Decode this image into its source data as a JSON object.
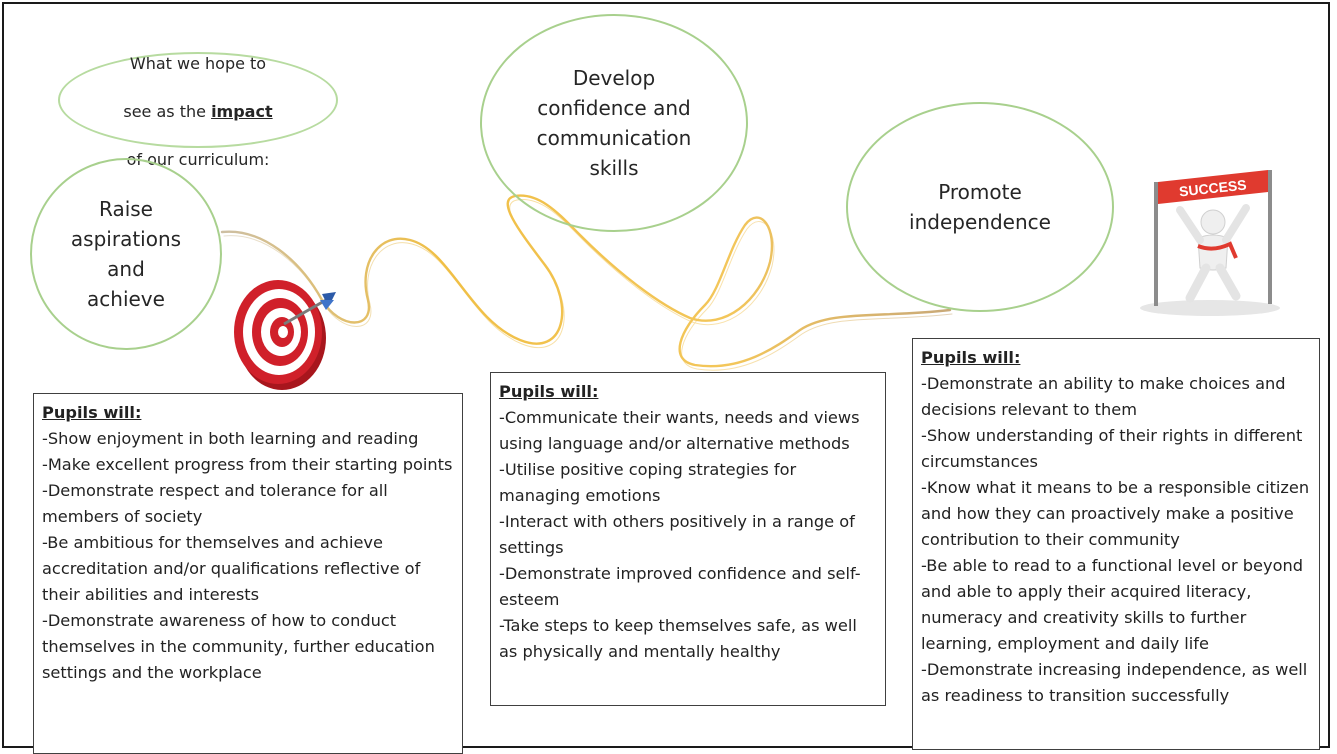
{
  "intro": {
    "line1": "What we hope to",
    "line2_before": "see as the ",
    "line2_bold": "impact",
    "line3": "of our curriculum:"
  },
  "ovals": {
    "raise": "Raise\naspirations\nand\nachieve",
    "develop": "Develop\nconfidence and\ncommunication\nskills",
    "promote": "Promote\nindependence"
  },
  "success_banner": "SUCCESS",
  "boxes": {
    "left": {
      "heading": "Pupils will:",
      "items": [
        "-Show enjoyment in both learning and reading",
        "-Make excellent progress from their starting points",
        "-Demonstrate respect and tolerance for all members of society",
        "-Be ambitious for themselves and achieve accreditation and/or qualifications reflective of their abilities and interests",
        "-Demonstrate awareness of how to conduct themselves in the community, further education settings and the workplace"
      ]
    },
    "mid": {
      "heading": "Pupils will:",
      "items": [
        "-Communicate their wants, needs and views using language and/or alternative methods",
        "-Utilise positive coping strategies for managing emotions",
        "-Interact with others positively in a range of settings",
        "-Demonstrate improved confidence and self-esteem",
        "-Take steps to keep themselves safe, as well as physically and mentally healthy"
      ]
    },
    "right": {
      "heading": "Pupils will:",
      "items": [
        "-Demonstrate an ability to make choices and decisions relevant to them",
        "-Show understanding of their rights in different circumstances",
        "-Know what it means to be a responsible citizen and how they can proactively make a positive contribution to their community",
        "-Be able to read to a functional level or beyond and able to apply their acquired literacy, numeracy and creativity skills to further learning, employment and daily life",
        " -Demonstrate increasing independence, as well as readiness to transition successfully"
      ]
    }
  },
  "colors": {
    "oval_border": "#a8d08d",
    "curve_start": "#c9b38a",
    "curve_mid": "#f2c14e",
    "target_red": "#d0202a",
    "banner_red": "#e03a2f"
  },
  "icons": {
    "target": "bullseye-target-icon",
    "success": "success-finish-line-icon"
  }
}
